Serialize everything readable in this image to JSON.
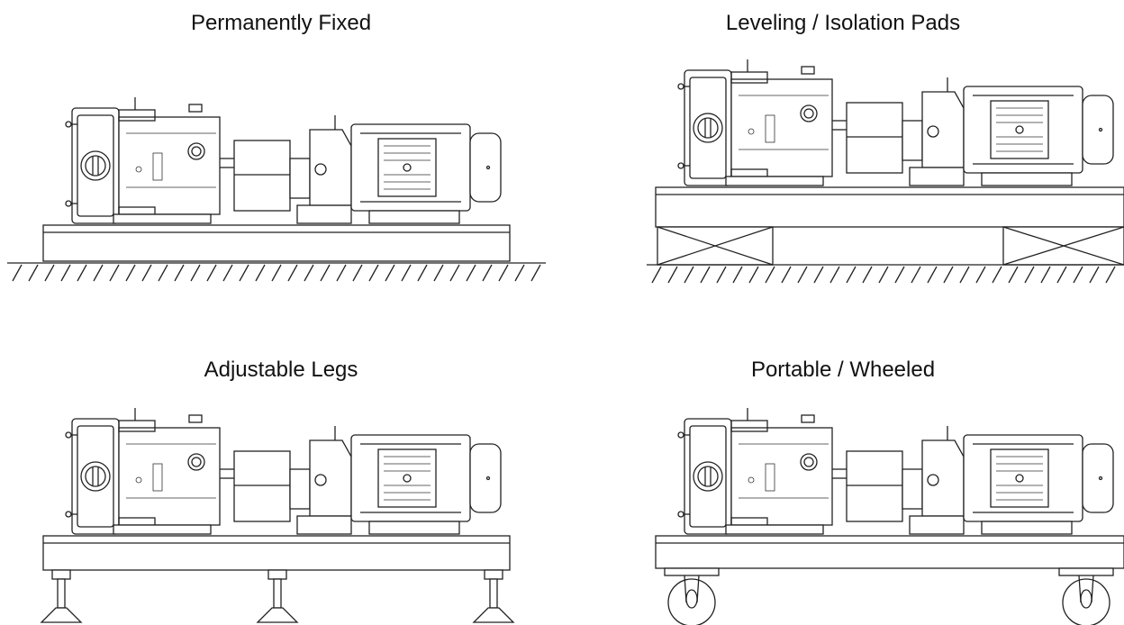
{
  "panels": [
    {
      "id": "fixed",
      "title": "Permanently Fixed",
      "mounting": "fixed-to-floor"
    },
    {
      "id": "pads",
      "title": "Leveling / Isolation Pads",
      "mounting": "isolation-pads"
    },
    {
      "id": "legs",
      "title": "Adjustable Legs",
      "mounting": "adjustable-legs"
    },
    {
      "id": "wheels",
      "title": "Portable  / Wheeled",
      "mounting": "caster-wheels"
    }
  ]
}
